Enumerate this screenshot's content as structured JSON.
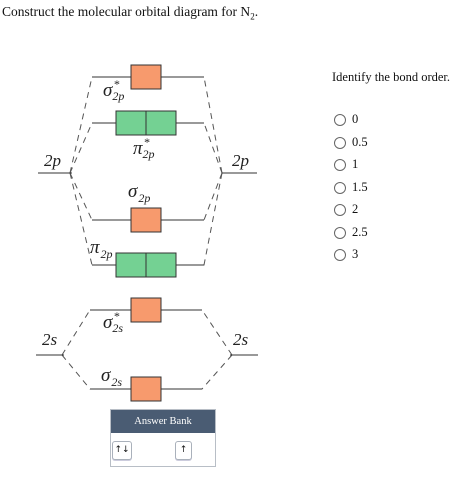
{
  "question": {
    "prefix": "Construct the molecular orbital diagram for N",
    "subscript": "2",
    "suffix": "."
  },
  "diagram": {
    "atomic_orbitals": {
      "left_2p": "2p",
      "right_2p": "2p",
      "left_2s": "2s",
      "right_2s": "2s"
    },
    "molecular_orbitals": [
      {
        "id": "sigma2p_star",
        "symbol": "σ",
        "sub": "2p",
        "sup": "*",
        "boxes": 1,
        "color": "#f79a6d"
      },
      {
        "id": "pi2p_star",
        "symbol": "π",
        "sub": "2p",
        "sup": "*",
        "boxes": 2,
        "color": "#74d193"
      },
      {
        "id": "sigma2p",
        "symbol": "σ",
        "sub": "2p",
        "sup": "",
        "boxes": 1,
        "color": "#f79a6d"
      },
      {
        "id": "pi2p",
        "symbol": "π",
        "sub": "2p",
        "sup": "",
        "boxes": 2,
        "color": "#74d193"
      },
      {
        "id": "sigma2s_star",
        "symbol": "σ",
        "sub": "2s",
        "sup": "*",
        "boxes": 1,
        "color": "#f79a6d"
      },
      {
        "id": "sigma2s",
        "symbol": "σ",
        "sub": "2s",
        "sup": "",
        "boxes": 1,
        "color": "#f79a6d"
      }
    ]
  },
  "bond_order": {
    "title": "Identify the bond order.",
    "options": [
      "0",
      "0.5",
      "1",
      "1.5",
      "2",
      "2.5",
      "3"
    ]
  },
  "answer_bank": {
    "title": "Answer Bank",
    "tiles": [
      {
        "name": "paired-electrons-tile",
        "label": "↑↓"
      },
      {
        "name": "single-electron-tile",
        "label": "↑"
      }
    ]
  }
}
